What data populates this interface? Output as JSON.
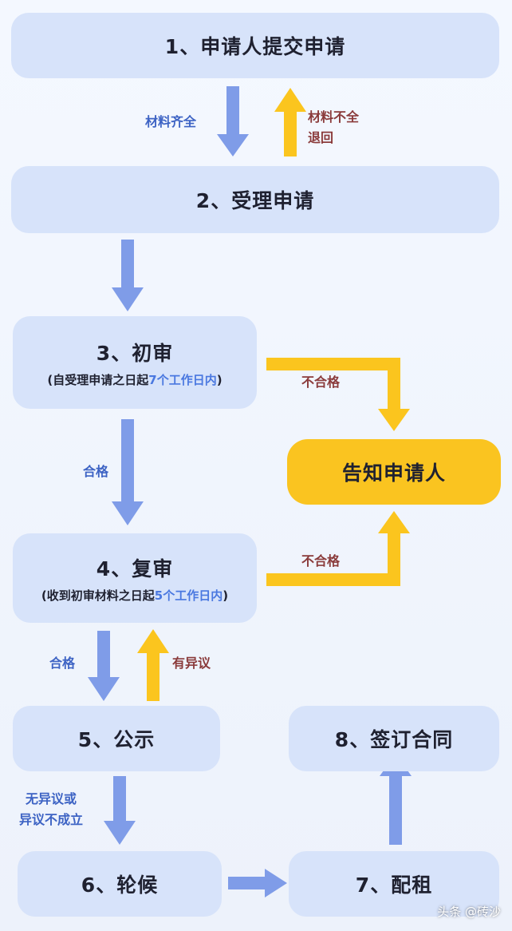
{
  "nodes": {
    "submit": "1、申请人提交申请",
    "accept": "2、受理申请",
    "initial_review": {
      "title": "3、初审",
      "sub_prefix": "(自受理申请之日起",
      "sub_highlight": "7个工作日内",
      "sub_suffix": ")"
    },
    "notify": "告知申请人",
    "re_review": {
      "title": "4、复审",
      "sub_prefix": "(收到初审材料之日起",
      "sub_highlight": "5个工作日内",
      "sub_suffix": ")"
    },
    "publicity": "5、公示",
    "sign": "8、签订合同",
    "waiting": "6、轮候",
    "allocate": "7、配租"
  },
  "labels": {
    "complete": "材料齐全",
    "incomplete_line1": "材料不全",
    "incomplete_line2": "退回",
    "fail_initial": "不合格",
    "pass_initial": "合格",
    "fail_re": "不合格",
    "pass_re": "合格",
    "objection": "有异议",
    "no_objection_line1": "无异议或",
    "no_objection_line2": "异议不成立"
  },
  "watermark": "头条 @砖沙",
  "colors": {
    "node_fill": "#d7e3fa",
    "notify_fill": "#fac420",
    "arrow_blue": "#7f9ce8",
    "arrow_yellow": "#fbc51e",
    "highlight_text": "#4a78e0"
  }
}
